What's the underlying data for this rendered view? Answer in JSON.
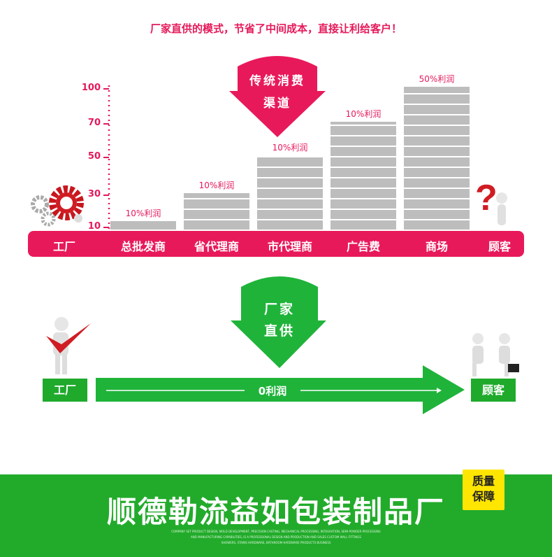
{
  "headline": "厂家直供的模式，节省了中间成本，直接让利给客户！",
  "traditional": {
    "badge_line1": "传统消费",
    "badge_line2": "渠道"
  },
  "direct": {
    "badge_line1": "厂家",
    "badge_line2": "直供",
    "from": "工厂",
    "to": "顾客",
    "profit": "0利润"
  },
  "chart_data": {
    "type": "bar",
    "y_ticks": [
      10,
      30,
      50,
      70,
      100
    ],
    "categories": [
      "总批发商",
      "省代理商",
      "市代理商",
      "广告费",
      "商场"
    ],
    "values": [
      10,
      30,
      50,
      70,
      100
    ],
    "bar_labels": [
      "10%利润",
      "10%利润",
      "10%利润",
      "10%利润",
      "50%利润"
    ],
    "ends": [
      "工厂",
      "顾客"
    ],
    "colors": {
      "bar": "#bdbdbd",
      "axis": "#e5195a",
      "band": "#e8195b"
    }
  },
  "colors": {
    "pink": "#e8195b",
    "green": "#22ab2b",
    "yellow": "#ffe600"
  },
  "banner": {
    "brand": "顺德勒流益如包装制品厂",
    "quality_line1": "质量",
    "quality_line2": "保障",
    "fine_print": [
      "COMPANY SET PRODUCT DESIGN, MOLD DEVELOPMENT, PRECISION CASTING, MECHANICAL PROCESSING, INTEGRATION, SEMI-POWDER PROCESSING",
      "AND MANUFACTURING CAPABILITIES, IS A PROFESSIONAL DESIGN AND PRODUCTION AND SALES CUSTOM WALL FITTINGS",
      "SHOWERS, STAINS HARDWARE, BATHROOM HARDWARE PRODUCTS BUSINESS"
    ]
  }
}
